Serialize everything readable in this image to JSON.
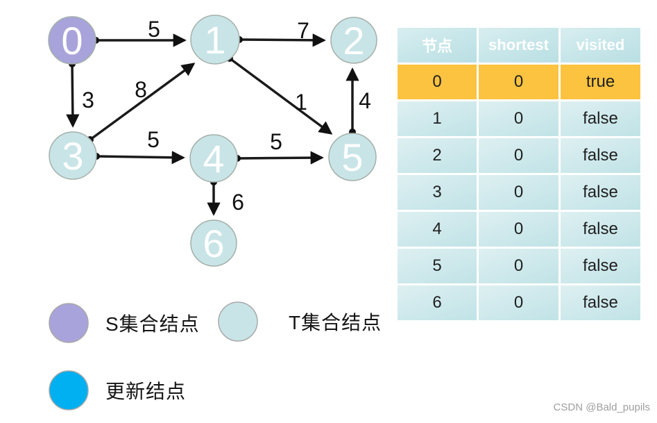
{
  "graph": {
    "nodes": [
      {
        "id": "0",
        "set": "S",
        "color": "#a8a3da"
      },
      {
        "id": "1",
        "set": "T",
        "color": "#c8e4e7"
      },
      {
        "id": "2",
        "set": "T",
        "color": "#c8e4e7"
      },
      {
        "id": "3",
        "set": "T",
        "color": "#c8e4e7"
      },
      {
        "id": "4",
        "set": "T",
        "color": "#c8e4e7"
      },
      {
        "id": "5",
        "set": "T",
        "color": "#c8e4e7"
      },
      {
        "id": "6",
        "set": "T",
        "color": "#c8e4e7"
      }
    ],
    "edges": [
      {
        "from": "0",
        "to": "1",
        "weight": "5"
      },
      {
        "from": "1",
        "to": "2",
        "weight": "7"
      },
      {
        "from": "0",
        "to": "3",
        "weight": "3"
      },
      {
        "from": "3",
        "to": "1",
        "weight": "8"
      },
      {
        "from": "1",
        "to": "5",
        "weight": "1"
      },
      {
        "from": "5",
        "to": "2",
        "weight": "4"
      },
      {
        "from": "3",
        "to": "4",
        "weight": "5"
      },
      {
        "from": "4",
        "to": "5",
        "weight": "5"
      },
      {
        "from": "4",
        "to": "6",
        "weight": "6"
      }
    ]
  },
  "table": {
    "headers": [
      "节点",
      "shortest",
      "visited"
    ],
    "rows": [
      {
        "node": "0",
        "shortest": "0",
        "visited": "true",
        "highlighted": true
      },
      {
        "node": "1",
        "shortest": "0",
        "visited": "false",
        "highlighted": false
      },
      {
        "node": "2",
        "shortest": "0",
        "visited": "false",
        "highlighted": false
      },
      {
        "node": "3",
        "shortest": "0",
        "visited": "false",
        "highlighted": false
      },
      {
        "node": "4",
        "shortest": "0",
        "visited": "false",
        "highlighted": false
      },
      {
        "node": "5",
        "shortest": "0",
        "visited": "false",
        "highlighted": false
      },
      {
        "node": "6",
        "shortest": "0",
        "visited": "false",
        "highlighted": false
      }
    ]
  },
  "legend": {
    "items": [
      {
        "label": "S集合结点",
        "color": "#a8a3da"
      },
      {
        "label": "T集合结点",
        "color": "#c8e4e7"
      },
      {
        "label": "更新结点",
        "color": "#00b0f0"
      }
    ]
  },
  "watermark": "CSDN @Bald_pupils",
  "colors": {
    "highlight_row": "#fbc340",
    "table_cell": "#cde8ec",
    "edge": "#1a1a1a",
    "node_border": "#a4b0a9"
  }
}
